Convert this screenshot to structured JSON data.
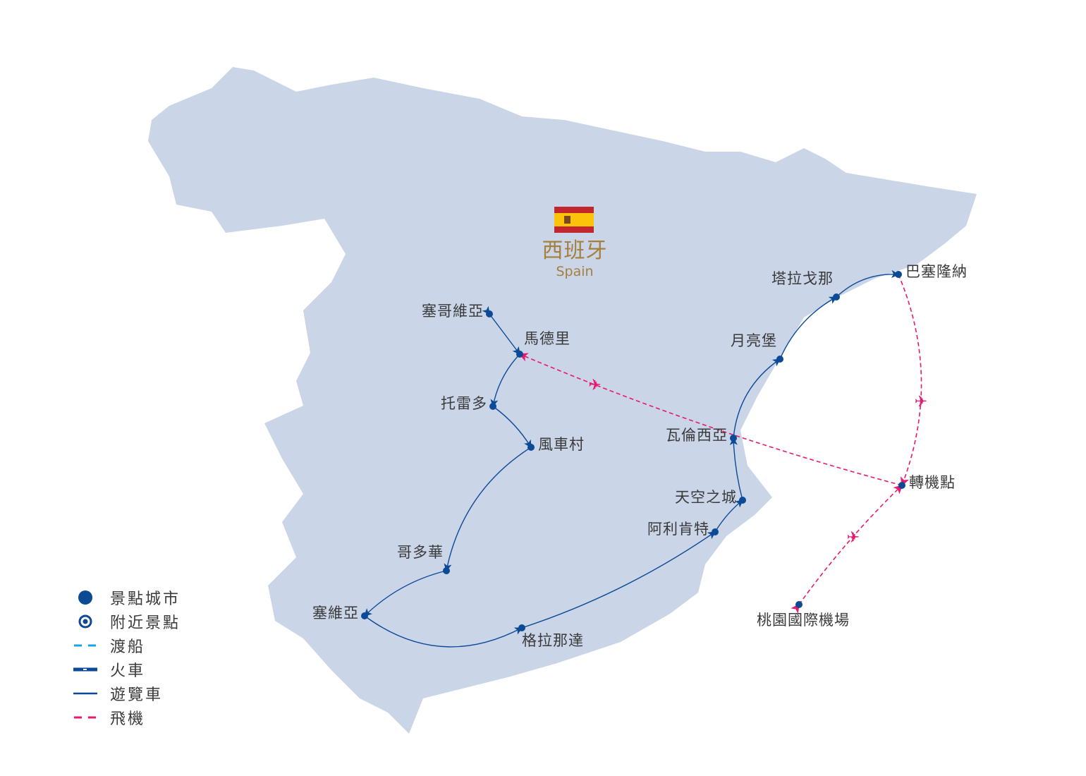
{
  "country": {
    "name_zh": "西班牙",
    "name_en": "Spain"
  },
  "colors": {
    "land": "#cad5e8",
    "route": "#0c4a96",
    "flight": "#e8196e",
    "ferry": "#1aa3e6",
    "dot": "#0c4a96",
    "country_text": "#a57f3e"
  },
  "cities": [
    {
      "id": "segovia",
      "name": "塞哥維亞"
    },
    {
      "id": "madrid",
      "name": "馬德里"
    },
    {
      "id": "toledo",
      "name": "托雷多"
    },
    {
      "id": "windmill",
      "name": "風車村"
    },
    {
      "id": "cordoba",
      "name": "哥多華"
    },
    {
      "id": "sevilla",
      "name": "塞維亞"
    },
    {
      "id": "granada",
      "name": "格拉那達"
    },
    {
      "id": "alicante",
      "name": "阿利肯特"
    },
    {
      "id": "skycity",
      "name": "天空之城"
    },
    {
      "id": "valencia",
      "name": "瓦倫西亞"
    },
    {
      "id": "moon",
      "name": "月亮堡"
    },
    {
      "id": "tarragona",
      "name": "塔拉戈那"
    },
    {
      "id": "barcelona",
      "name": "巴塞隆納"
    },
    {
      "id": "transfer",
      "name": "轉機點"
    },
    {
      "id": "taoyuan",
      "name": "桃園國際機場"
    }
  ],
  "routes": {
    "coach": [
      [
        "segovia",
        "madrid"
      ],
      [
        "madrid",
        "toledo"
      ],
      [
        "toledo",
        "windmill"
      ],
      [
        "windmill",
        "cordoba"
      ],
      [
        "cordoba",
        "sevilla"
      ],
      [
        "sevilla",
        "granada"
      ],
      [
        "granada",
        "alicante"
      ],
      [
        "alicante",
        "skycity"
      ],
      [
        "skycity",
        "valencia"
      ],
      [
        "valencia",
        "moon"
      ],
      [
        "moon",
        "tarragona"
      ],
      [
        "tarragona",
        "barcelona"
      ]
    ],
    "flight": [
      [
        "barcelona",
        "transfer"
      ],
      [
        "transfer",
        "madrid"
      ],
      [
        "taoyuan",
        "transfer"
      ]
    ]
  },
  "legend": [
    {
      "icon": "city-dot-icon",
      "label": "景點城市"
    },
    {
      "icon": "nearby-spot-icon",
      "label": "附近景點"
    },
    {
      "icon": "ferry-line-icon",
      "label": "渡船"
    },
    {
      "icon": "train-line-icon",
      "label": "火車"
    },
    {
      "icon": "coach-line-icon",
      "label": "遊覽車"
    },
    {
      "icon": "flight-line-icon",
      "label": "飛機"
    }
  ]
}
